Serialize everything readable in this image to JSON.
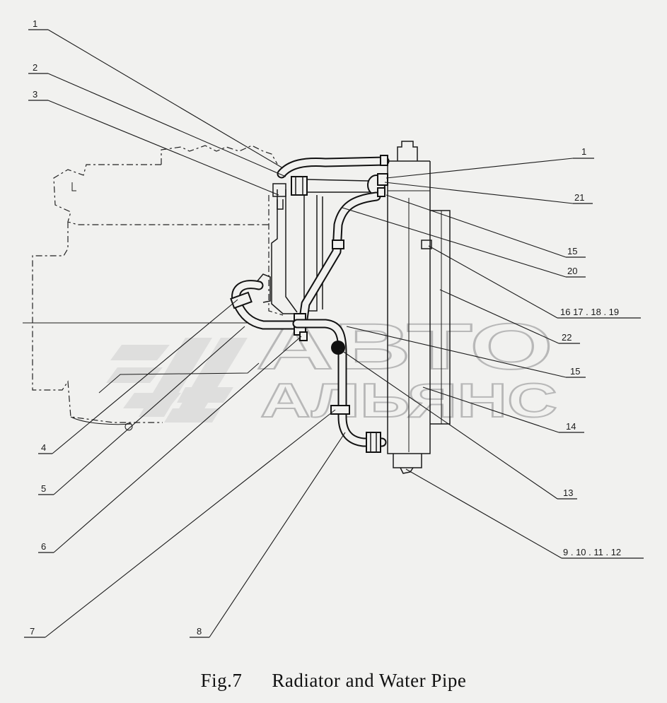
{
  "figure": {
    "number": "Fig.7",
    "title": "Radiator and Water Pipe"
  },
  "watermark": {
    "line1": "АВТО",
    "line2": "АЛЬЯНС"
  },
  "callouts": [
    {
      "id": "c1a",
      "label": "1"
    },
    {
      "id": "c2",
      "label": "2"
    },
    {
      "id": "c3",
      "label": "3"
    },
    {
      "id": "c1b",
      "label": "1"
    },
    {
      "id": "c21",
      "label": "21"
    },
    {
      "id": "c15a",
      "label": "15"
    },
    {
      "id": "c20",
      "label": "20"
    },
    {
      "id": "c16",
      "label": "16  17 . 18 . 19"
    },
    {
      "id": "c22",
      "label": "22"
    },
    {
      "id": "c15b",
      "label": "15"
    },
    {
      "id": "c14",
      "label": "14"
    },
    {
      "id": "c13",
      "label": "13"
    },
    {
      "id": "c9",
      "label": "9 .  10  . 11  . 12"
    },
    {
      "id": "c4",
      "label": "4"
    },
    {
      "id": "c5",
      "label": "5"
    },
    {
      "id": "c6",
      "label": "6"
    },
    {
      "id": "c7",
      "label": "7"
    },
    {
      "id": "c8",
      "label": "8"
    }
  ]
}
